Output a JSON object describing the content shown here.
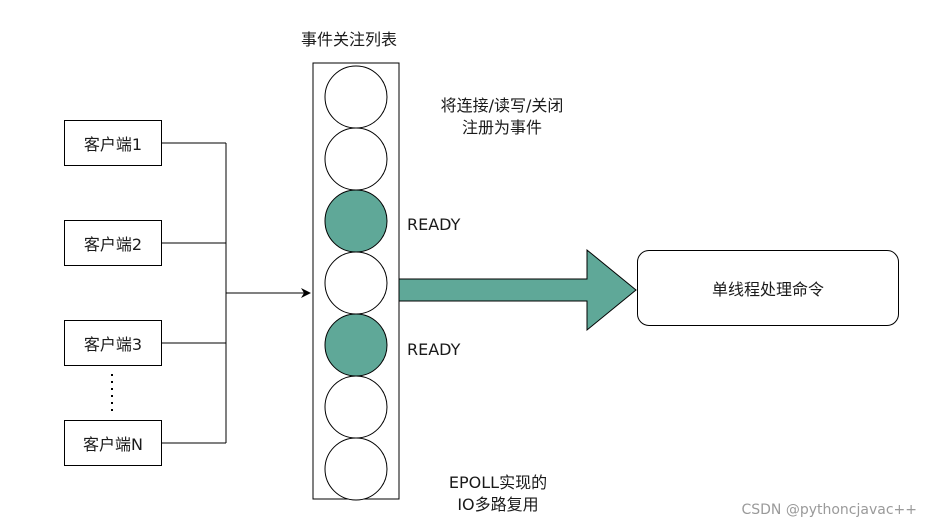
{
  "title": "事件关注列表",
  "clients": [
    "客户端1",
    "客户端2",
    "客户端3",
    "客户端N"
  ],
  "register_note": [
    "将连接/读写/关闭",
    "注册为事件"
  ],
  "ready_labels": [
    "READY",
    "READY"
  ],
  "epoll_note": [
    "EPOLL实现的",
    "IO多路复用"
  ],
  "processor": "单线程处理命令",
  "watermark": "CSDN @pythoncjavac++",
  "slots": [
    "empty",
    "empty",
    "ready",
    "empty",
    "ready",
    "empty",
    "empty"
  ],
  "colors": {
    "ready": "#5fa898",
    "arrow": "#5fa898",
    "line": "#000000"
  }
}
